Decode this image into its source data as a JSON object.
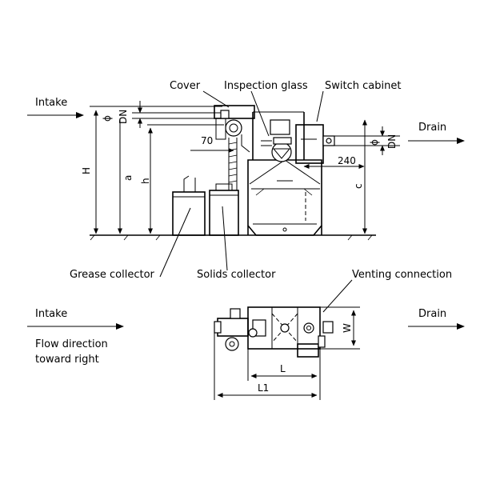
{
  "labels": {
    "intake_top": "Intake",
    "drain_top": "Drain",
    "cover": "Cover",
    "inspection_glass": "Inspection glass",
    "switch_cabinet": "Switch cabinet",
    "grease_collector": "Grease collector",
    "solids_collector": "Solids collector",
    "venting_connection": "Venting connection",
    "intake_bottom": "Intake",
    "drain_bottom": "Drain",
    "flow_direction_line1": "Flow direction",
    "flow_direction_line2": "toward right"
  },
  "dimensions": {
    "H": "H",
    "a": "a",
    "h": "h",
    "c": "c",
    "dn_intake": "DN",
    "dn_drain": "DN",
    "phi_intake": "ϕ",
    "phi_drain": "ϕ",
    "d70": "70",
    "d240": "240",
    "L": "L",
    "L1": "L1",
    "W": "W"
  },
  "colors": {
    "ink": "#000000",
    "background": "#ffffff"
  }
}
